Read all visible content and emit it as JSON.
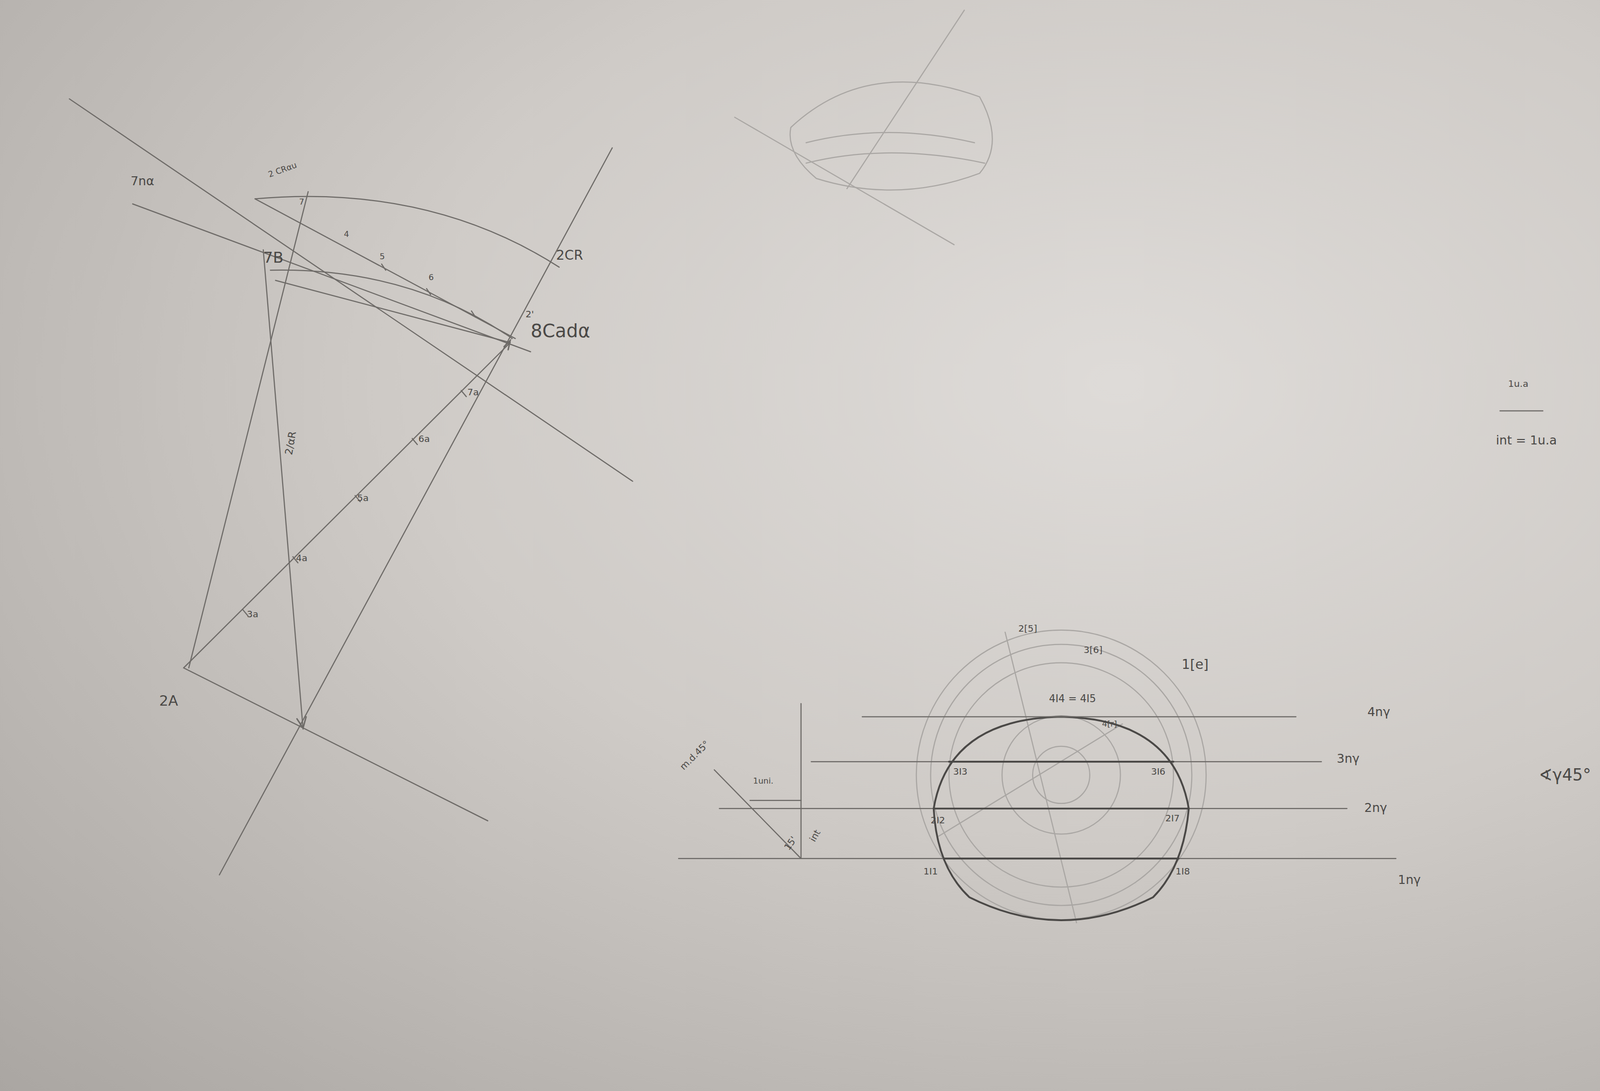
{
  "diagram": {
    "labels": [
      "7nα",
      "2 CRαu",
      "7B",
      "2CR",
      "2'",
      "8Cadα",
      "7",
      "4",
      "5",
      "6",
      "7a",
      "6a",
      "5a",
      "4a",
      "3a",
      "2/αR",
      "2A",
      "2[5]",
      "3[6]",
      "1[e]",
      "4I4 = 4I5",
      "4[r]",
      "4nγ",
      "3nγ",
      "3I3",
      "3I6",
      "2nγ",
      "2I2",
      "2I7",
      "1I1",
      "1I8",
      "1nγ",
      "m.d.45°",
      "1uni.",
      "15'",
      "int",
      "1u.a",
      "int = 1u.a",
      "∢γ45°"
    ]
  }
}
